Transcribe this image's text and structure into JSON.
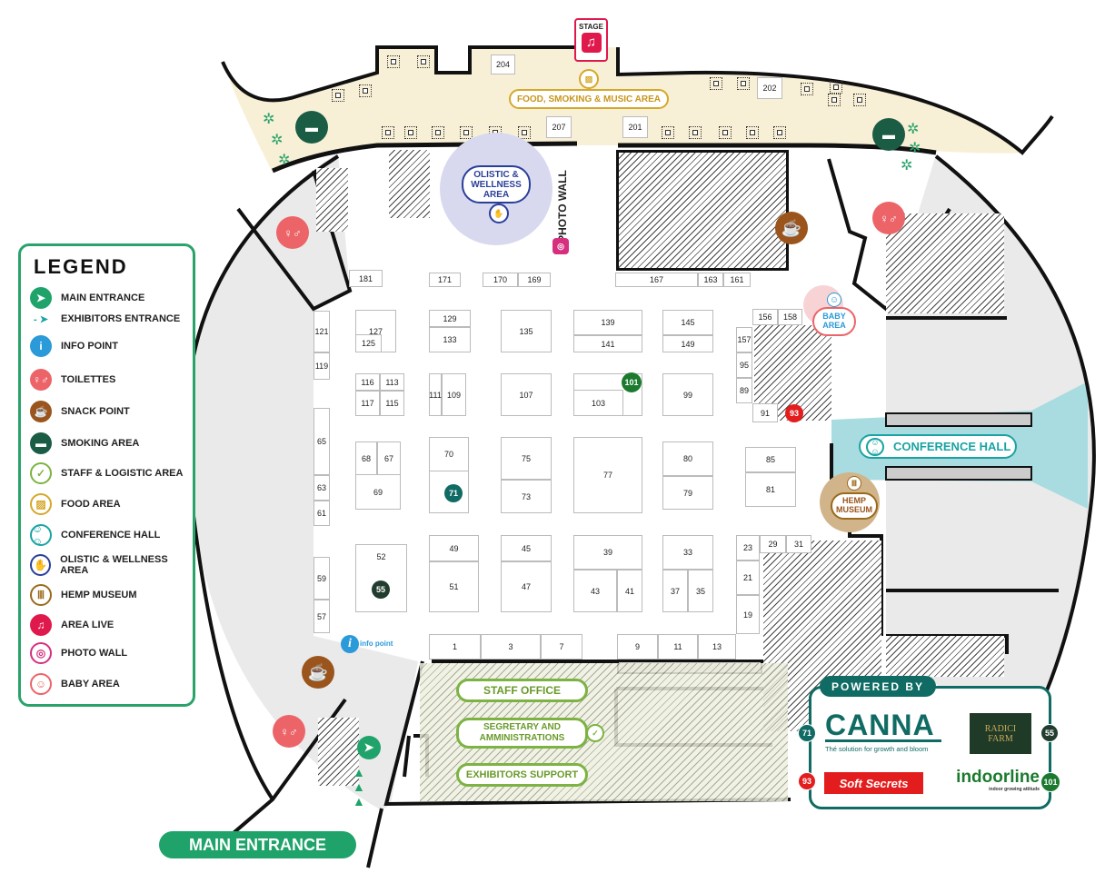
{
  "legend": {
    "title": "LEGEND",
    "items": [
      {
        "label": "MAIN ENTRANCE",
        "icon": "navigation-arrow-icon",
        "color": "#1fa36a"
      },
      {
        "label": "EXHIBITORS ENTRANCE",
        "icon": "dashed-arrow-icon",
        "color": "#1aa3a3"
      },
      {
        "label": "INFO POINT",
        "icon": "info-icon",
        "color": "#2a9ad8"
      },
      {
        "label": "TOILETTES",
        "icon": "toilets-icon",
        "color": "#ec6468"
      },
      {
        "label": "SNACK POINT",
        "icon": "coffee-cup-icon",
        "color": "#9a541c"
      },
      {
        "label": "SMOKING AREA",
        "icon": "cigarette-icon",
        "color": "#1b5c45"
      },
      {
        "label": "STAFF & LOGISTIC AREA",
        "icon": "checkmark-icon",
        "color": "#7cb342"
      },
      {
        "label": "FOOD AREA",
        "icon": "food-icon",
        "color": "#d4a82a"
      },
      {
        "label": "CONFERENCE HALL",
        "icon": "people-icon",
        "color": "#1aa3a3"
      },
      {
        "label": "OLISTIC & WELLNESS AREA",
        "icon": "hand-icon",
        "color": "#2a3f9a"
      },
      {
        "label": "HEMP MUSEUM",
        "icon": "museum-icon",
        "color": "#9a6a1c"
      },
      {
        "label": "AREA LIVE",
        "icon": "music-note-icon",
        "color": "#e0194d"
      },
      {
        "label": "PHOTO WALL",
        "icon": "instagram-icon",
        "color": "#d62f7f"
      },
      {
        "label": "BABY AREA",
        "icon": "baby-face-icon",
        "color": "#ec6468"
      }
    ]
  },
  "top": {
    "stage": "STAGE",
    "food_area": "FOOD, SMOKING & MUSIC AREA",
    "rooms": {
      "r204": "204",
      "r207": "207",
      "r201": "201",
      "r202": "202"
    }
  },
  "areas": {
    "olistic": "OLISTIC & WELLNESS AREA",
    "photo_wall": "PHOTO WALL",
    "baby": "BABY AREA",
    "conference": "CONFERENCE HALL",
    "hemp": "HEMP MUSEUM",
    "info_point": "info point",
    "staff_office": "STAFF OFFICE",
    "secretary": "SEGRETARY AND AMMINISTRATIONS",
    "exhibitors_support": "EXHIBITORS SUPPORT",
    "main_entrance": "MAIN ENTRANCE"
  },
  "booths": {
    "181": "181",
    "171": "171",
    "170": "170",
    "169": "169",
    "167": "167",
    "163": "163",
    "161": "161",
    "121": "121",
    "119": "119",
    "127": "127",
    "125": "125",
    "129": "129",
    "133": "133",
    "135": "135",
    "139": "139",
    "141": "141",
    "145": "145",
    "149": "149",
    "156": "156",
    "158": "158",
    "157": "157",
    "95": "95",
    "89": "89",
    "91": "91",
    "116": "116",
    "113": "113",
    "117": "117",
    "115": "115",
    "111": "111",
    "109": "109",
    "107": "107",
    "103": "103",
    "99": "99",
    "65": "65",
    "63": "63",
    "61": "61",
    "68": "68",
    "67": "67",
    "69": "69",
    "70": "70",
    "75": "75",
    "73": "73",
    "77": "77",
    "80": "80",
    "79": "79",
    "85": "85",
    "81": "81",
    "59": "59",
    "57": "57",
    "52": "52",
    "49": "49",
    "51": "51",
    "45": "45",
    "47": "47",
    "39": "39",
    "43": "43",
    "41": "41",
    "33": "33",
    "37": "37",
    "35": "35",
    "23": "23",
    "29": "29",
    "31": "31",
    "21": "21",
    "19": "19",
    "1": "1",
    "3": "3",
    "7": "7",
    "9": "9",
    "11": "11",
    "13": "13"
  },
  "sponsor_markers": {
    "m71": "71",
    "m55": "55",
    "m93": "93",
    "m101": "101"
  },
  "sponsors": {
    "title": "POWERED BY",
    "canna": "CANNA",
    "canna_tagline": "Thé solution for growth and bloom",
    "radici": "RADICI FARM",
    "soft_secrets": "Soft Secrets",
    "indoorline": "indoorline",
    "indoorline_tagline": "indoor growing attitude",
    "markers": {
      "canna": "71",
      "radici": "55",
      "soft_secrets": "93",
      "indoorline": "101"
    }
  },
  "colors": {
    "accent": "#1fa36a",
    "teal": "#0f6b63",
    "beige": "#f8f0d6",
    "conference": "#a8dce0",
    "olistic": "#d8d9ef"
  }
}
